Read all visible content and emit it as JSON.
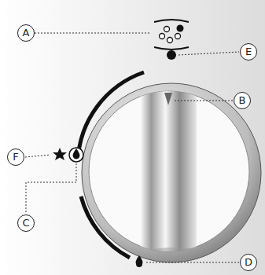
{
  "diagram": {
    "labels": [
      "A",
      "E",
      "B",
      "F",
      "C",
      "D"
    ]
  }
}
